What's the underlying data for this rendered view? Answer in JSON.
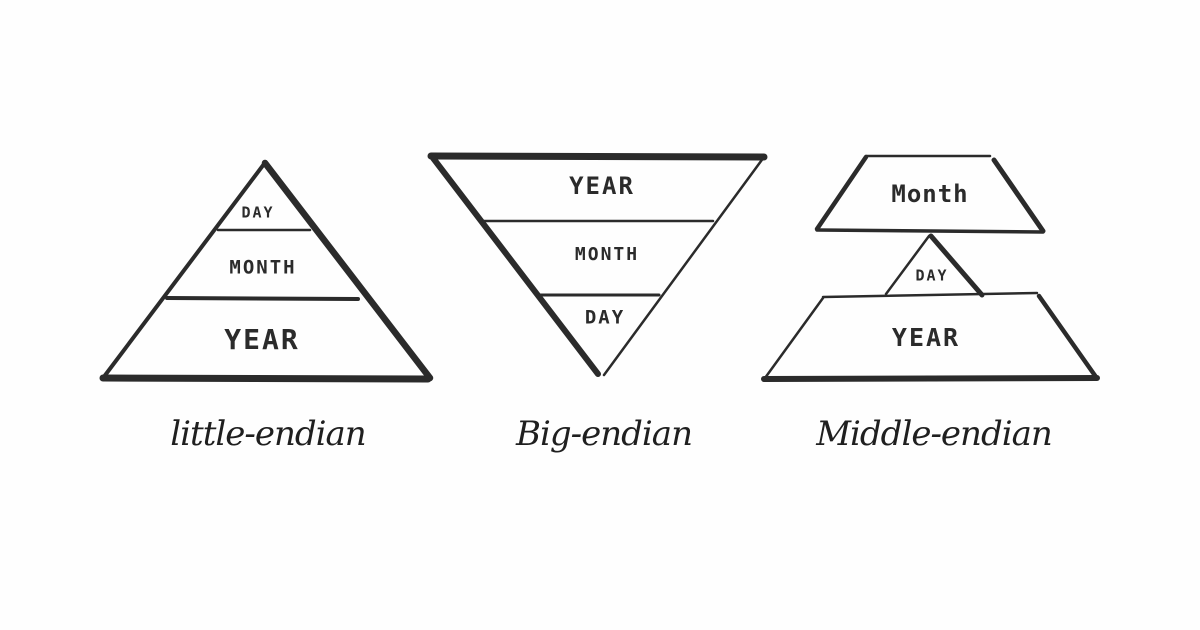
{
  "diagram": {
    "background": "#fefefe",
    "ink_color": "#2b2b2b",
    "panels": [
      {
        "id": "little-endian",
        "caption": "little-endian",
        "shape": "upright-triangle",
        "layers_top_to_bottom": [
          "DAY",
          "MONTH",
          "YEAR"
        ],
        "labels": {
          "day": "DAY",
          "month": "MONTH",
          "year": "YEAR"
        }
      },
      {
        "id": "big-endian",
        "caption": "Big-endian",
        "shape": "inverted-triangle",
        "layers_top_to_bottom": [
          "YEAR",
          "MONTH",
          "DAY"
        ],
        "labels": {
          "year": "YEAR",
          "month": "MONTH",
          "day": "DAY"
        }
      },
      {
        "id": "middle-endian",
        "caption": "Middle-endian",
        "shape": "split-trapezoids-with-triangle",
        "layers_top_to_bottom": [
          "Month",
          "DAY",
          "YEAR"
        ],
        "labels": {
          "month": "Month",
          "day": "DAY",
          "year": "YEAR"
        }
      }
    ]
  }
}
